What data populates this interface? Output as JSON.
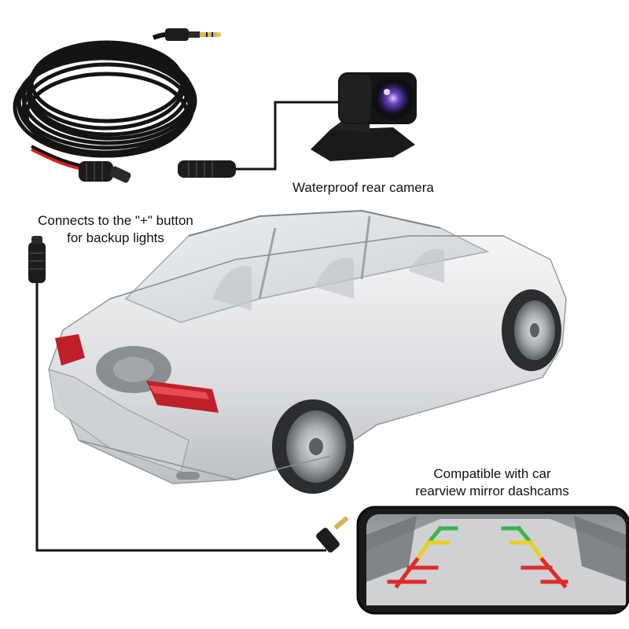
{
  "labels": {
    "camera": "Waterproof rear camera",
    "connects_line1": "Connects to the \"+\" button",
    "connects_line2": "for backup lights",
    "compatible_line1": "Compatible with car",
    "compatible_line2": "rearview mirror dashcams"
  },
  "colors": {
    "wire": "#1a1a1a",
    "red_wire": "#d42020",
    "guide_green": "#3cb34a",
    "guide_yellow": "#e8d020",
    "guide_red": "#e02a2a",
    "camera_lens": "#5a3aa0",
    "taillight": "#c0202a"
  }
}
